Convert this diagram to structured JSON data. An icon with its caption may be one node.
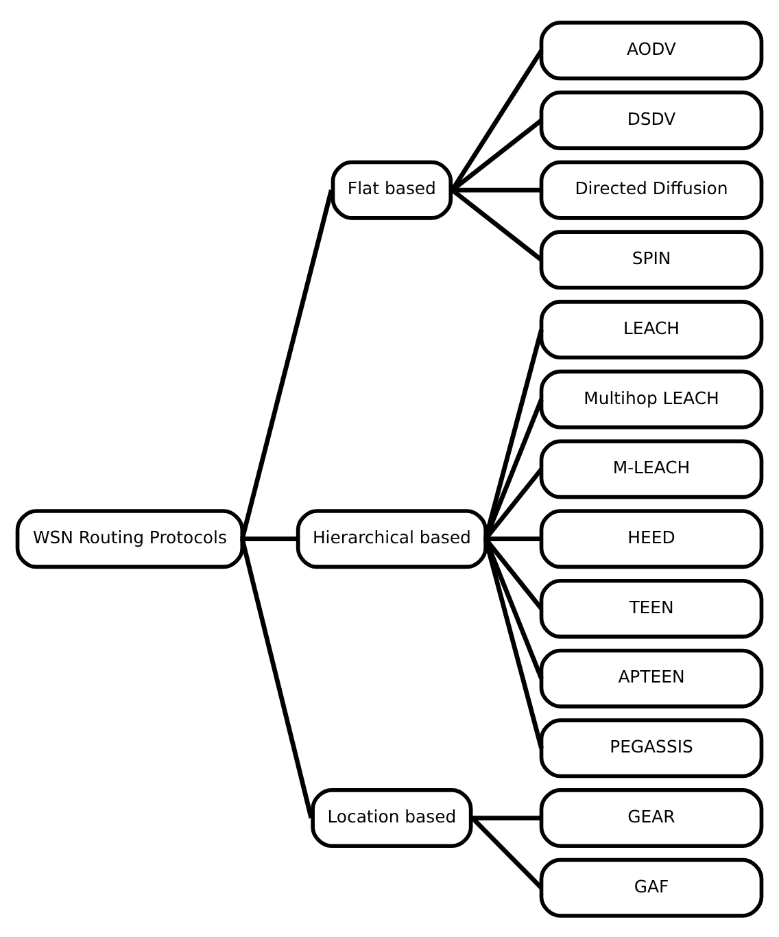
{
  "diagram": {
    "nodes": [
      {
        "text": [
          "WSN Routing Protocols"
        ]
      },
      {
        "text": [
          "Flat based"
        ]
      },
      {
        "text": [
          "Hierarchical based"
        ]
      },
      {
        "text": [
          "Location based"
        ]
      },
      {
        "text": [
          "AODV"
        ]
      },
      {
        "text": [
          "DSDV"
        ]
      },
      {
        "text": [
          "Directed Diffusion"
        ]
      },
      {
        "text": [
          "SPIN"
        ]
      },
      {
        "text": [
          "LEACH"
        ]
      },
      {
        "text": [
          "Multihop LEACH"
        ]
      },
      {
        "text": [
          "M-LEACH"
        ]
      },
      {
        "text": [
          "HEED"
        ]
      },
      {
        "text": [
          "TEEN"
        ]
      },
      {
        "text": [
          "APTEEN"
        ]
      },
      {
        "text": [
          "PEGASSIS"
        ]
      },
      {
        "text": [
          "GEAR"
        ]
      },
      {
        "text": [
          "GAF"
        ]
      }
    ],
    "edges": [
      {
        "from": 0,
        "to": 1,
        "arrow": "none"
      },
      {
        "from": 0,
        "to": 2,
        "arrow": "none"
      },
      {
        "from": 0,
        "to": 3,
        "arrow": "none"
      },
      {
        "from": 1,
        "to": 4,
        "arrow": "none"
      },
      {
        "from": 1,
        "to": 5,
        "arrow": "none"
      },
      {
        "from": 1,
        "to": 6,
        "arrow": "none"
      },
      {
        "from": 1,
        "to": 7,
        "arrow": "none"
      },
      {
        "from": 2,
        "to": 8,
        "arrow": "none"
      },
      {
        "from": 2,
        "to": 9,
        "arrow": "none"
      },
      {
        "from": 2,
        "to": 10,
        "arrow": "none"
      },
      {
        "from": 2,
        "to": 11,
        "arrow": "none"
      },
      {
        "from": 2,
        "to": 12,
        "arrow": "none"
      },
      {
        "from": 2,
        "to": 13,
        "arrow": "none"
      },
      {
        "from": 2,
        "to": 14,
        "arrow": "none"
      },
      {
        "from": 3,
        "to": 15,
        "arrow": "none"
      },
      {
        "from": 3,
        "to": 16,
        "arrow": "none"
      }
    ]
  }
}
